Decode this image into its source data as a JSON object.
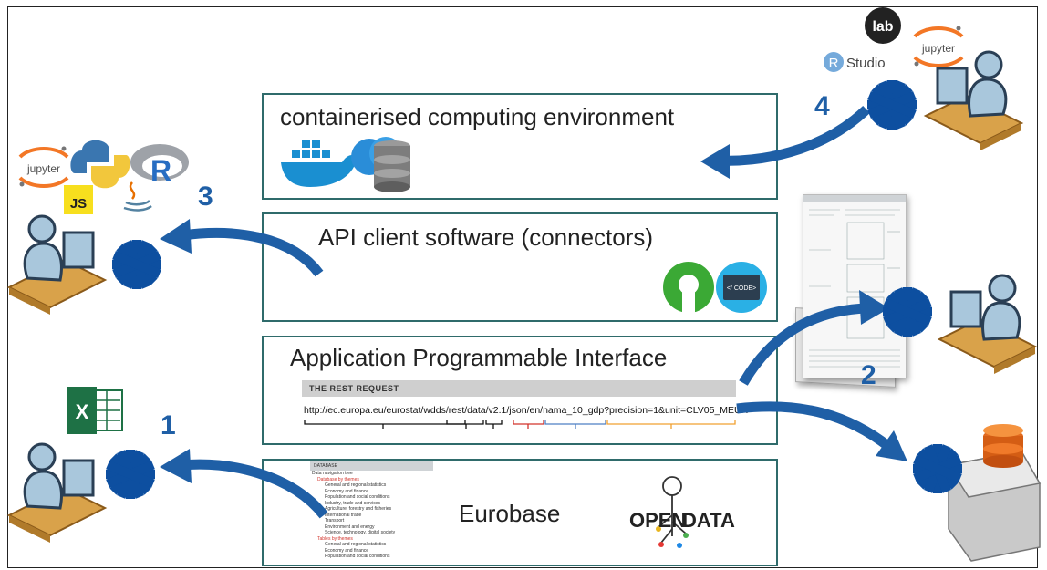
{
  "boxes": {
    "containerised": {
      "title": "containerised computing environment"
    },
    "api_client": {
      "title": "API client software (connectors)"
    },
    "api": {
      "title": "Application Programmable Interface",
      "rest_header": "THE REST REQUEST",
      "rest_url": "http://ec.europa.eu/eurostat/wdds/rest/data/v2.1/json/en/nama_10_gdp?precision=1&unit=CLV05_MEUR"
    },
    "eurobase": {
      "title": "Eurobase",
      "tree_header": "DATABASE",
      "tree_rows": [
        "Data navigation tree",
        "Database by themes",
        "General and regional statistics",
        "Economy and finance",
        "Population and social conditions",
        "Industry, trade and services",
        "Agriculture, forestry and fisheries",
        "International trade",
        "Transport",
        "Environment and energy",
        "Science, technology, digital society",
        "Tables by themes",
        "General and regional statistics",
        "Economy and finance",
        "Population and social conditions"
      ]
    }
  },
  "numbers": {
    "n1": "1",
    "n2": "2",
    "n3": "3",
    "n4": "4"
  },
  "logos": {
    "jupyter": "jupyter",
    "lab": "lab",
    "rstudio_r": "R",
    "rstudio": "Studio",
    "excel": "X",
    "js": "JS",
    "code": "</ CODE>",
    "open_data_1": "OPEN",
    "open_data_2": "DATA"
  },
  "colors": {
    "box_border": "#2f6b6b",
    "arrow": "#1f5fa6",
    "gear": "#0d4fa0",
    "number": "#1f5fa6"
  }
}
